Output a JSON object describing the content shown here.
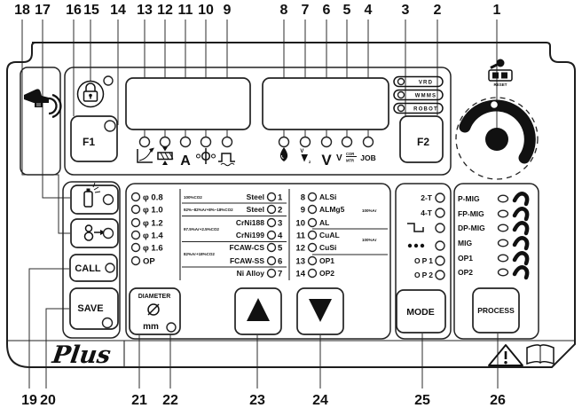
{
  "callouts": {
    "top": [
      "18",
      "17",
      "16",
      "15",
      "14",
      "13",
      "12",
      "11",
      "10",
      "9",
      "8",
      "7",
      "6",
      "5",
      "4",
      "3",
      "2",
      "1"
    ],
    "bottom": [
      "19",
      "20",
      "21",
      "22",
      "23",
      "24",
      "25",
      "26"
    ]
  },
  "header": {
    "f1": "F1",
    "f2": "F2",
    "indicators": [
      "VRD",
      "WMMS",
      "ROBOT"
    ],
    "knob_caption": "RESET"
  },
  "param_icons": {
    "amp": "A",
    "volt": "V",
    "arc_v": "V",
    "arc_z": "z",
    "v_small": "V",
    "cor": "COR",
    "mtr": "MTR",
    "job": "JOB"
  },
  "diameter_list": [
    "φ 0.8",
    "φ 1.0",
    "φ 1.2",
    "φ 1.4",
    "φ 1.6",
    "OP"
  ],
  "materials_left": [
    {
      "num": "1",
      "name": "Steel",
      "gas": "100%CO2"
    },
    {
      "num": "2",
      "name": "Steel",
      "gas": "92%~82%Ar+8%~18%CO2"
    },
    {
      "num": "3",
      "name": "CrNi188",
      "gas": ""
    },
    {
      "num": "4",
      "name": "CrNi199",
      "gas": ""
    },
    {
      "num": "5",
      "name": "FCAW-CS",
      "gas": ""
    },
    {
      "num": "6",
      "name": "FCAW-SS",
      "gas": ""
    },
    {
      "num": "7",
      "name": "Ni Alloy",
      "gas": ""
    }
  ],
  "gas_groups_left": [
    "97.5%Ar+2.5%CO2",
    "82%Ar+18%CO2"
  ],
  "materials_right": [
    {
      "num": "8",
      "name": "ALSi"
    },
    {
      "num": "9",
      "name": "ALMg5"
    },
    {
      "num": "10",
      "name": "AL"
    },
    {
      "num": "11",
      "name": "CuAL"
    },
    {
      "num": "12",
      "name": "CuSi"
    },
    {
      "num": "13",
      "name": "OP1"
    },
    {
      "num": "14",
      "name": "OP2"
    }
  ],
  "gas_groups_right": [
    "100%Ar",
    "100%Ar"
  ],
  "trigger": {
    "t2": "2-T",
    "t4": "4-T",
    "op1": "OP1",
    "op2": "OP2"
  },
  "processes": [
    "P-MIG",
    "FP-MIG",
    "DP-MIG",
    "MIG",
    "OP1",
    "OP2"
  ],
  "buttons": {
    "call": "CALL",
    "save": "SAVE",
    "mode": "MODE",
    "process": "PROCESS",
    "diameter": "DIAMETER",
    "mm": "mm"
  },
  "logo": "Plus"
}
